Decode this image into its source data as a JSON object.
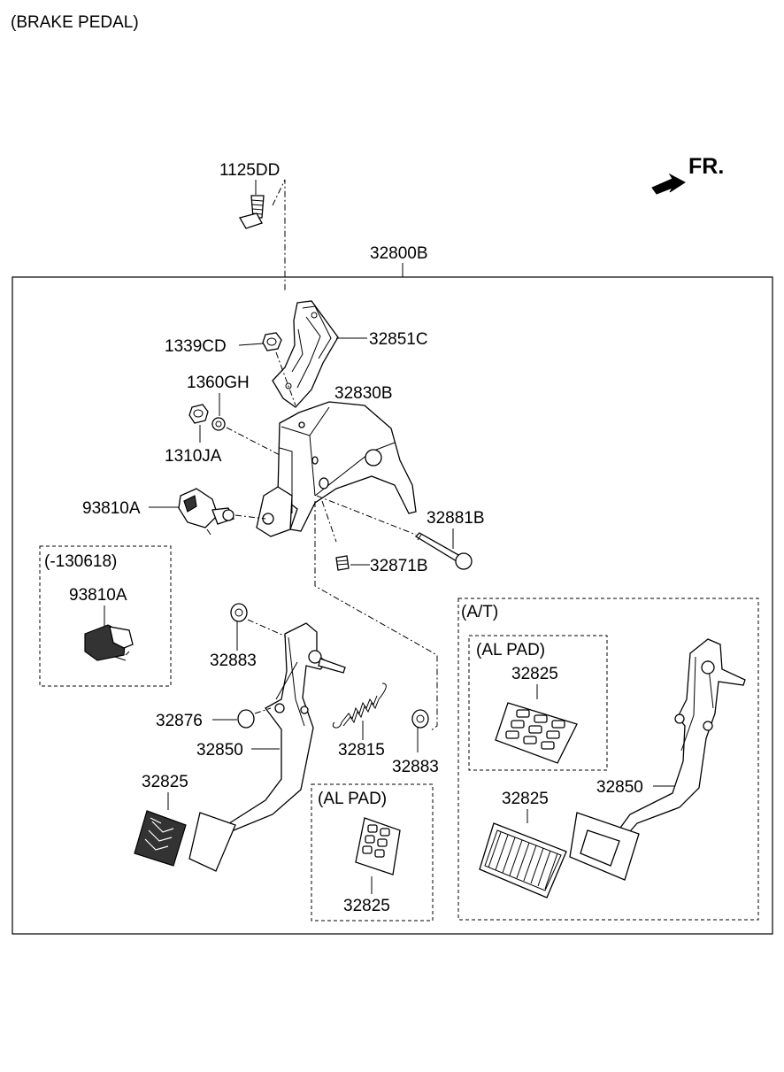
{
  "title": "(BRAKE PEDAL)",
  "direction_label": "FR.",
  "group_labels": {
    "assembly": "32800B",
    "variant_130618": "(-130618)",
    "al_pad_center": "(AL PAD)",
    "at": "(A/T)",
    "al_pad_at": "(AL PAD)"
  },
  "part_labels": {
    "bolt_1125DD": "1125DD",
    "nut_1339CD": "1339CD",
    "bracket_32851C": "32851C",
    "washer_1360GH": "1360GH",
    "member_32830B": "32830B",
    "nut_1310JA": "1310JA",
    "switch_93810A": "93810A",
    "switch_93810A_old": "93810A",
    "pin_32881B": "32881B",
    "bolt_32871B": "32871B",
    "bushing_32883_left": "32883",
    "stopper_32876": "32876",
    "pedal_arm_32850": "32850",
    "spring_32815": "32815",
    "bushing_32883_right": "32883",
    "pad_32825_mt": "32825",
    "pad_32825_al_center": "32825",
    "pad_32825_al_at": "32825",
    "pad_32825_at": "32825",
    "pedal_arm_32850_at": "32850"
  }
}
